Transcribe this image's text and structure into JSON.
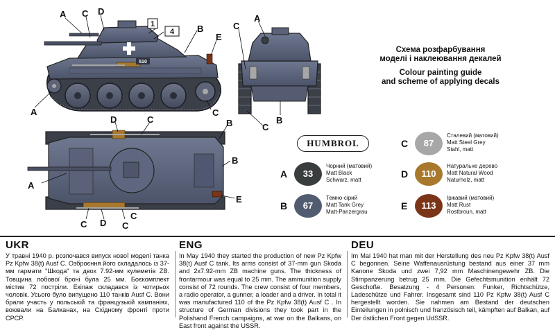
{
  "callouts": {
    "side": {
      "a1": "A",
      "c1": "C",
      "d1": "D",
      "b1": "B",
      "e1": "E",
      "a2": "A",
      "c2": "C",
      "box1": "1",
      "box4": "4"
    },
    "rear": {
      "a": "A",
      "c1": "C",
      "c2": "C",
      "b": "B"
    },
    "top": {
      "d": "D",
      "c_top": "C",
      "b1": "B",
      "a": "A",
      "b2": "B",
      "e": "E",
      "c3": "C",
      "d2": "D",
      "c4": "C",
      "c5": "C"
    },
    "turret_number": "510"
  },
  "guide": {
    "line1": "Схема розфарбування",
    "line2": "моделі і наклеювання декалей",
    "line3": "Colour painting guide",
    "line4": "and scheme of applying decals"
  },
  "brand": "HUMBROL",
  "paints": [
    {
      "letter": "A",
      "number": "33",
      "color": "#3a3d3e",
      "text_color": "#ffffff",
      "ukr": "Чорний (матовий)",
      "eng": "Matt Black",
      "deu": "Schwarz, matt"
    },
    {
      "letter": "B",
      "number": "67",
      "color": "#525c70",
      "text_color": "#ffffff",
      "ukr": "Темно-сірий",
      "eng": "Matt Tank Grey",
      "deu": "Matt-Panzergrau"
    },
    {
      "letter": "C",
      "number": "87",
      "color": "#a6a7a6",
      "text_color": "#ffffff",
      "ukr": "Сталевий (матовий)",
      "eng": "Matt Steel Grey",
      "deu": "Stahl, matt"
    },
    {
      "letter": "D",
      "number": "110",
      "color": "#a8782c",
      "text_color": "#ffffff",
      "ukr": "Натуральне дерево",
      "eng": "Matt Natural Wood",
      "deu": "Naturholz, matt"
    },
    {
      "letter": "E",
      "number": "113",
      "color": "#7a3418",
      "text_color": "#ffffff",
      "ukr": "Іржавий (матовий)",
      "eng": "Matt Rust",
      "deu": "Rostbroun, matt"
    }
  ],
  "columns": {
    "ukr": {
      "heading": "UKR",
      "text": "У травні 1940 р. розпочався випуск нової моделі танка Pz Kpfw 38(t) Ausf C. Озброєння його складалось із 37-мм гармати \"Шкода\" та двох 7.92-мм кулеметів ZB. Товщина лобової броні була 25 мм. Боєкомплект містив 72 постріли. Екіпаж складався із чотирьох чоловік. Усього було випущено 110 танків Ausf C. Вони брали участь у польській та французькій кампаніях, воювали на Балканах, на Східному фронті проти СРСР."
    },
    "eng": {
      "heading": "ENG",
      "text": "In May 1940 they started the production of new Pz Kpfw 38(t) Ausf C tank. Its arms consist of 37-mm gun Skoda and 2x7.92-mm ZB machine guns. The thickness of frontarmour was equal to 25 mm. The ammunition supply consist of 72 rounds. The crew consist of four members, a radio operator, a gunner, a loader and a driver. In total it was manufactured 110 of the Pz Kpfw 38(t) Ausf C . In structure of German divisions they took part in the Polishand French campaigns, at war on the Balkans, on East front against the USSR."
    },
    "deu": {
      "heading": "DEU",
      "text": "Im Mai 1940 hat man mit der Herstellung des neu Pz Kpfw 38(t) Ausf C begonnen. Seine Waffenausrüstung bestand aus einer 37 mm Kanone Skoda und zwei 7,92 mm Maschinengewehr ZB. Die Stirnpanzerung betrug 25 mm. Die Gefechtsmunition enhält 72 Geschoße. Besatzung - 4 Personen: Funker, Richtschütze, Ladeschütze und Fahrer. Insgesamt sind 110 Pz Kpfw 38(t) Ausf C hergestellt worden. Sie nahmen am Bestand der deutschen Einteilungen in polnisch und französisch teil, kämpften auf Balkan, auf Der östlichen Front gegen UdSSR."
    }
  }
}
